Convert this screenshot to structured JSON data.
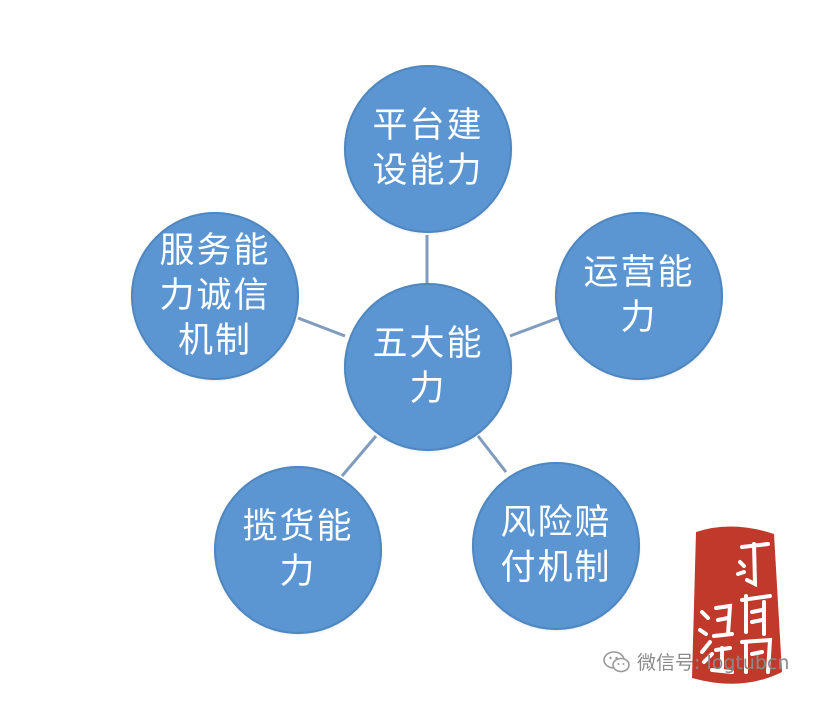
{
  "diagram": {
    "center": "五大能力",
    "nodes": [
      {
        "id": "platform",
        "label": "平台建设能力"
      },
      {
        "id": "operation",
        "label": "运营能力"
      },
      {
        "id": "risk",
        "label": "风险赔付机制"
      },
      {
        "id": "cargo",
        "label": "揽货能力"
      },
      {
        "id": "service",
        "label": "服务能力诚信机制"
      }
    ],
    "colors": {
      "node_fill": "#5b96d2",
      "edge": "#7f9bbd",
      "stamp": "#c0392b"
    }
  },
  "watermark": {
    "stamp_text": "订舱网海运",
    "wechat_text": "微信号: logtubcn"
  }
}
